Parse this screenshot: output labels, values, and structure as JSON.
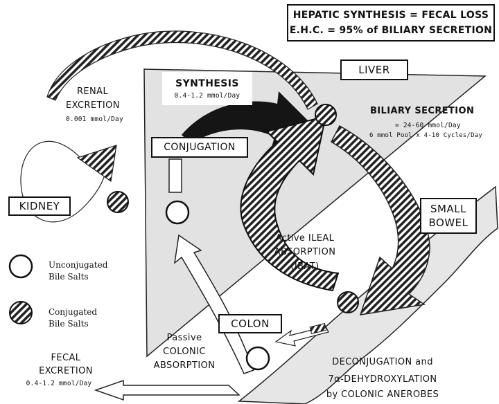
{
  "header": {
    "line1": "HEPATIC SYNTHESIS = FECAL LOSS",
    "line2": "E.H.C. = 95% of BILIARY SECRETION"
  },
  "organs": {
    "liver": "LIVER",
    "kidney": "KIDNEY",
    "small_bowel": [
      "SMALL",
      "BOWEL"
    ],
    "colon": "COLON"
  },
  "processes": {
    "synthesis": {
      "title": "SYNTHESIS",
      "rate": "0.4-1.2 mmol/Day"
    },
    "renal": {
      "title": [
        "RENAL",
        "EXCRETION"
      ],
      "rate": "0.001 mmol/Day"
    },
    "conjugation": "CONJUGATION",
    "biliary": {
      "title": "BILIARY SECRETION",
      "rate1": "= 24-60 mmol/Day",
      "rate2": "6 mmol Pool x 4-10 Cycles/Day"
    },
    "ileal": [
      "Active ILEAL",
      "ABSORPTION",
      "(IBAT)"
    ],
    "passive": [
      "Passive",
      "COLONIC",
      "ABSORPTION"
    ],
    "fecal": {
      "title": [
        "FECAL",
        "EXCRETION"
      ],
      "rate": "0.4-1.2 mmol/Day"
    },
    "deconj": [
      "DECONJUGATION and",
      "7α-DEHYDROXYLATION",
      "by COLONIC ANEROBES"
    ]
  },
  "legend": {
    "unconjugated": [
      "Unconjugated",
      "Bile Salts"
    ],
    "conjugated": [
      "Conjugated",
      "Bile Salts"
    ]
  }
}
